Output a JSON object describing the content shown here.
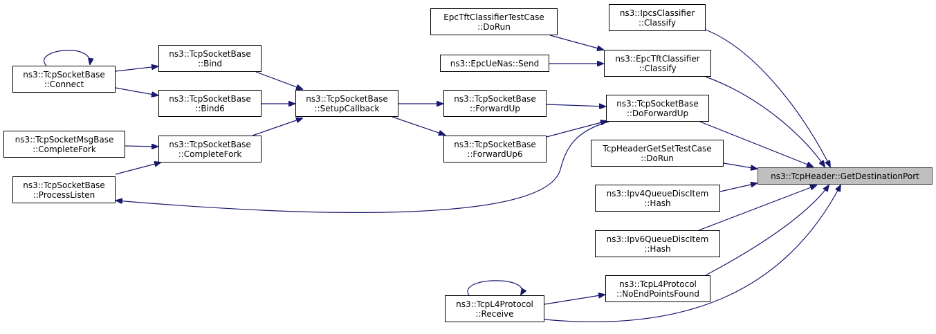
{
  "graph": {
    "colors": {
      "edge": "#191970",
      "node_border": "#000000",
      "root_fill": "#bfbfbf"
    },
    "nodes": [
      {
        "id": "tcpsb_connect",
        "lines": [
          "ns3::TcpSocketBase",
          "::Connect"
        ]
      },
      {
        "id": "tcpsb_processlisten",
        "lines": [
          "ns3::TcpSocketBase",
          "::ProcessListen"
        ]
      },
      {
        "id": "tcpsmb_completefork",
        "lines": [
          "ns3::TcpSocketMsgBase",
          "::CompleteFork"
        ]
      },
      {
        "id": "tcpsb_bind",
        "lines": [
          "ns3::TcpSocketBase",
          "::Bind"
        ]
      },
      {
        "id": "tcpsb_bind6",
        "lines": [
          "ns3::TcpSocketBase",
          "::Bind6"
        ]
      },
      {
        "id": "tcpsb_completefork",
        "lines": [
          "ns3::TcpSocketBase",
          "::CompleteFork"
        ]
      },
      {
        "id": "tcpsb_setupcallback",
        "lines": [
          "ns3::TcpSocketBase",
          "::SetupCallback"
        ]
      },
      {
        "id": "epctft_testcase_dorun",
        "lines": [
          "EpcTftClassifierTestCase",
          "::DoRun"
        ]
      },
      {
        "id": "epcuenas_send",
        "lines": [
          "ns3::EpcUeNas::Send"
        ]
      },
      {
        "id": "tcpsb_forwardup",
        "lines": [
          "ns3::TcpSocketBase",
          "::ForwardUp"
        ]
      },
      {
        "id": "tcpsb_forwardup6",
        "lines": [
          "ns3::TcpSocketBase",
          "::ForwardUp6"
        ]
      },
      {
        "id": "tcpl4_receive",
        "lines": [
          "ns3::TcpL4Protocol",
          "::Receive"
        ]
      },
      {
        "id": "ipcs_classify",
        "lines": [
          "ns3::IpcsClassifier",
          "::Classify"
        ]
      },
      {
        "id": "epctft_classify",
        "lines": [
          "ns3::EpcTftClassifier",
          "::Classify"
        ]
      },
      {
        "id": "tcpsb_doforwardup",
        "lines": [
          "ns3::TcpSocketBase",
          "::DoForwardUp"
        ]
      },
      {
        "id": "tcpheader_testcase_dorun",
        "lines": [
          "TcpHeaderGetSetTestCase",
          "::DoRun"
        ]
      },
      {
        "id": "ipv4qdi_hash",
        "lines": [
          "ns3::Ipv4QueueDiscItem",
          "::Hash"
        ]
      },
      {
        "id": "ipv6qdi_hash",
        "lines": [
          "ns3::Ipv6QueueDiscItem",
          "::Hash"
        ]
      },
      {
        "id": "tcpl4_noendpointsfound",
        "lines": [
          "ns3::TcpL4Protocol",
          "::NoEndPointsFound"
        ]
      },
      {
        "id": "tcpheader_getdestinationport",
        "lines": [
          "ns3::TcpHeader::GetDestinationPort"
        ],
        "root": true
      }
    ],
    "edges": [
      {
        "from": "tcpsb_connect",
        "to": "tcpsb_connect"
      },
      {
        "from": "tcpsb_connect",
        "to": "tcpsb_bind"
      },
      {
        "from": "tcpsb_connect",
        "to": "tcpsb_bind6"
      },
      {
        "from": "tcpsmb_completefork",
        "to": "tcpsb_completefork"
      },
      {
        "from": "tcpsb_processlisten",
        "to": "tcpsb_completefork"
      },
      {
        "from": "tcpsb_bind",
        "to": "tcpsb_setupcallback"
      },
      {
        "from": "tcpsb_bind6",
        "to": "tcpsb_setupcallback"
      },
      {
        "from": "tcpsb_completefork",
        "to": "tcpsb_setupcallback"
      },
      {
        "from": "tcpsb_setupcallback",
        "to": "tcpsb_forwardup"
      },
      {
        "from": "tcpsb_setupcallback",
        "to": "tcpsb_forwardup6"
      },
      {
        "from": "epctft_testcase_dorun",
        "to": "epctft_classify"
      },
      {
        "from": "epcuenas_send",
        "to": "epctft_classify"
      },
      {
        "from": "tcpsb_forwardup",
        "to": "tcpsb_doforwardup"
      },
      {
        "from": "tcpsb_forwardup6",
        "to": "tcpsb_doforwardup"
      },
      {
        "from": "tcpsb_doforwardup",
        "to": "tcpsb_processlisten"
      },
      {
        "from": "tcpl4_receive",
        "to": "tcpl4_receive"
      },
      {
        "from": "tcpl4_receive",
        "to": "tcpl4_noendpointsfound"
      },
      {
        "from": "ipcs_classify",
        "to": "tcpheader_getdestinationport"
      },
      {
        "from": "epctft_classify",
        "to": "tcpheader_getdestinationport"
      },
      {
        "from": "tcpsb_doforwardup",
        "to": "tcpheader_getdestinationport"
      },
      {
        "from": "tcpheader_testcase_dorun",
        "to": "tcpheader_getdestinationport"
      },
      {
        "from": "ipv4qdi_hash",
        "to": "tcpheader_getdestinationport"
      },
      {
        "from": "ipv6qdi_hash",
        "to": "tcpheader_getdestinationport"
      },
      {
        "from": "tcpl4_noendpointsfound",
        "to": "tcpheader_getdestinationport"
      },
      {
        "from": "tcpl4_receive",
        "to": "tcpheader_getdestinationport"
      }
    ]
  }
}
